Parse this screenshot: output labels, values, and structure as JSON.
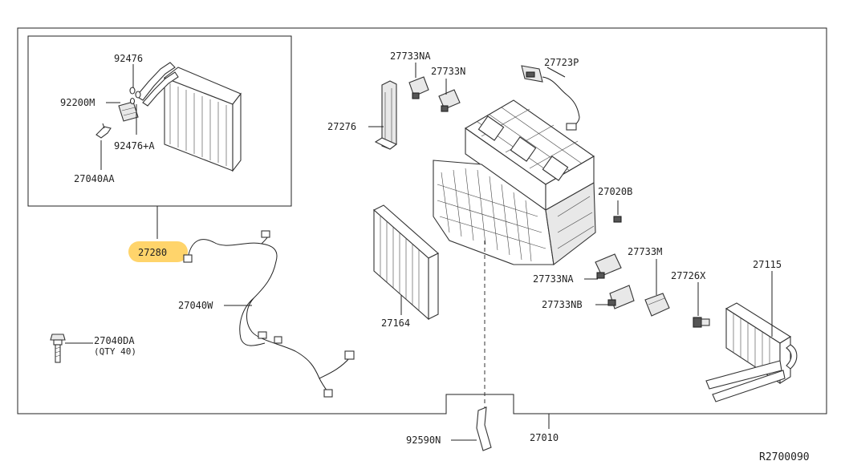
{
  "diagram": {
    "reference_code": "R2700090",
    "highlight_color": "#ffd46b",
    "labels": {
      "p92476": "92476",
      "p92200M": "92200M",
      "p92476A": "92476+A",
      "p27040AA": "27040AA",
      "p27280": "27280",
      "p27040W": "27040W",
      "p27040DA": "27040DA",
      "qty40": "(QTY 40)",
      "p27733NA_top": "27733NA",
      "p27733N": "27733N",
      "p27723P": "27723P",
      "p27276": "27276",
      "p27020B": "27020B",
      "p27733M": "27733M",
      "p27733NA_mid": "27733NA",
      "p27726X": "27726X",
      "p27115": "27115",
      "p27733NB": "27733NB",
      "p27164": "27164",
      "p92590N": "92590N",
      "p27010": "27010"
    }
  }
}
